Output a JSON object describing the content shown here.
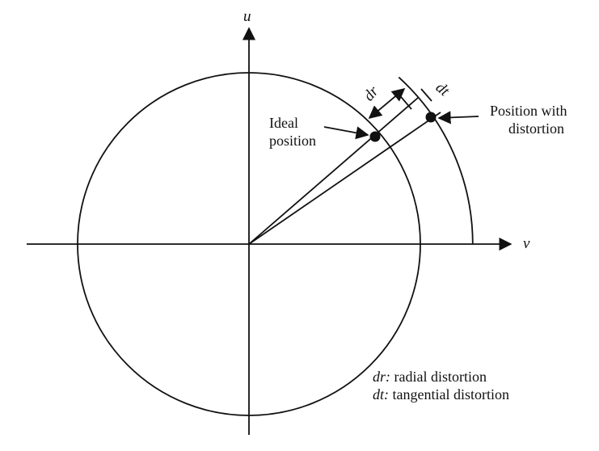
{
  "axes": {
    "u_label": "u",
    "v_label": "v"
  },
  "labels": {
    "dr": "dr",
    "dt": "dt",
    "ideal_line1": "Ideal",
    "ideal_line2": "position",
    "distortion_line1": "Position with",
    "distortion_line2": "distortion"
  },
  "legend": {
    "dr_term": "dr:",
    "dr_text": " radial distortion",
    "dt_term": "dt:",
    "dt_text": " tangential distortion"
  },
  "colors": {
    "ink": "#111111",
    "background": "#ffffff"
  }
}
